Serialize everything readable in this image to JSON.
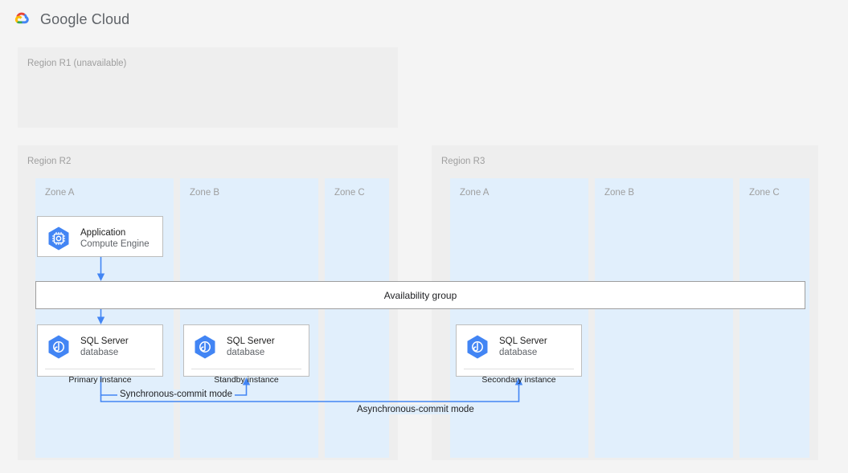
{
  "header": {
    "logo_icon": "google-cloud-logo-icon",
    "brand": "Google Cloud",
    "logo_colors": {
      "red": "#ea4335",
      "yellow": "#fbbc04",
      "blue": "#4285f4",
      "green": "#34a853"
    }
  },
  "theme": {
    "page_background": "#f4f4f4",
    "region_background": "#eeeeee",
    "zone_background": "#e1effc",
    "card_background": "#ffffff",
    "card_border": "#bdbdbd",
    "connector_blue": "#4285f4",
    "muted_text": "#9e9e9e",
    "body_text": "#202124"
  },
  "regions": [
    {
      "id": "r1",
      "label": "Region R1 (unavailable)",
      "zones": []
    },
    {
      "id": "r2",
      "label": "Region R2",
      "zones": [
        {
          "id": "r2-a",
          "label": "Zone A"
        },
        {
          "id": "r2-b",
          "label": "Zone B"
        },
        {
          "id": "r2-c",
          "label": "Zone C"
        }
      ]
    },
    {
      "id": "r3",
      "label": "Region R3",
      "zones": [
        {
          "id": "r3-a",
          "label": "Zone A"
        },
        {
          "id": "r3-b",
          "label": "Zone B"
        },
        {
          "id": "r3-c",
          "label": "Zone C"
        }
      ]
    }
  ],
  "nodes": {
    "application": {
      "icon": "compute-engine-icon",
      "title": "Application",
      "subtitle": "Compute Engine"
    },
    "db_primary": {
      "icon": "cloud-sql-icon",
      "title": "SQL Server",
      "subtitle": "database",
      "footer": "Primary instance"
    },
    "db_standby": {
      "icon": "cloud-sql-icon",
      "title": "SQL Server",
      "subtitle": "database",
      "footer": "Standby instance"
    },
    "db_secondary": {
      "icon": "cloud-sql-icon",
      "title": "SQL Server",
      "subtitle": "database",
      "footer": "Secondary instance"
    }
  },
  "availability_group": {
    "label": "Availability group"
  },
  "edges": [
    {
      "id": "app-to-ag",
      "label": "",
      "direction": "down"
    },
    {
      "id": "ag-to-primary",
      "label": "",
      "direction": "down"
    },
    {
      "id": "primary-to-standby",
      "label": "Synchronous-commit mode",
      "direction": "right"
    },
    {
      "id": "primary-to-secondary",
      "label": "Asynchronous-commit mode",
      "direction": "right"
    }
  ]
}
